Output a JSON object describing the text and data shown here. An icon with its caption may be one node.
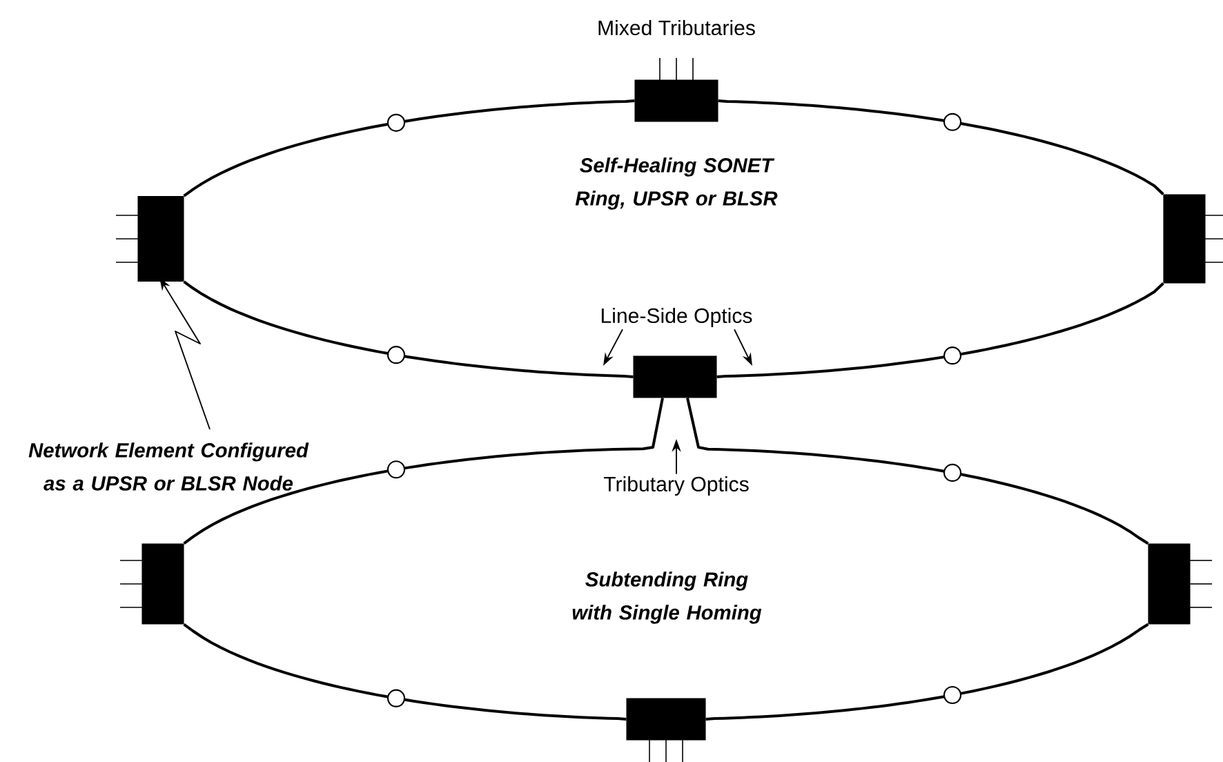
{
  "diagram": {
    "nodes": [
      {
        "text": [],
        "shape": "box"
      },
      {
        "text": [],
        "shape": "box"
      },
      {
        "text": [],
        "shape": "box"
      },
      {
        "text": [
          "Line-Side Optics"
        ]
      },
      {
        "text": [],
        "shape": "box"
      },
      {
        "text": [
          "Network Element Configured as a UPSR or BLSR Node"
        ]
      },
      {
        "text": [
          "Tributary Optics"
        ]
      },
      {
        "text": [],
        "shape": "box"
      },
      {
        "text": [],
        "shape": "box"
      },
      {
        "text": [],
        "shape": "box"
      }
    ],
    "edges": [
      {
        "from": 1,
        "to": 0,
        "arrow": "none"
      },
      {
        "from": 0,
        "to": 2,
        "arrow": "none"
      },
      {
        "from": 2,
        "to": 4,
        "arrow": "none"
      },
      {
        "from": 4,
        "to": 1,
        "arrow": "none"
      },
      {
        "from": 4,
        "to": 7,
        "arrow": "none"
      },
      {
        "from": 4,
        "to": 8,
        "arrow": "none"
      },
      {
        "from": 7,
        "to": 9,
        "arrow": "none"
      },
      {
        "from": 9,
        "to": 8,
        "arrow": "none"
      },
      {
        "from": 3,
        "to": null,
        "arrow": "to"
      },
      {
        "from": 3,
        "to": null,
        "arrow": "to"
      },
      {
        "from": 6,
        "to": null,
        "arrow": "to"
      },
      {
        "from": 5,
        "to": 1,
        "arrow": "to"
      }
    ],
    "labels": [
      "Mixed Tributaries",
      "Self-Healing SONET Ring, UPSR or BLSR",
      "Subtending Ring with Single Homing"
    ]
  }
}
